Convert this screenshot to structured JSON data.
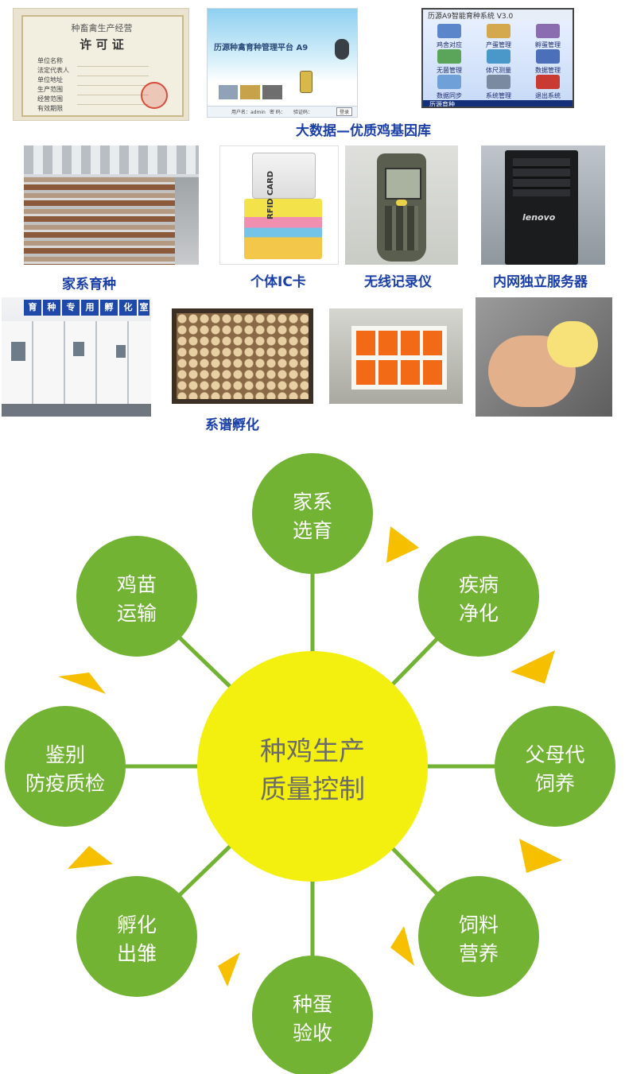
{
  "top_section": {
    "license": {
      "header": "种畜禽生产经营",
      "title": "许 可 证",
      "rows": [
        "单位名称",
        "法定代表人",
        "单位地址",
        "生产范围",
        "经营范围",
        "有效期限"
      ]
    },
    "platform": {
      "title": "历源种禽育种管理平台 A9",
      "login_fields": [
        "用户名：admin",
        "密  码：",
        "验证码："
      ],
      "login_button": "登录"
    },
    "software": {
      "title": "历源A9智能育种系统 V3.0",
      "items": [
        "鸡舍对应",
        "产蛋管理",
        "孵蛋管理",
        "无菌管理",
        "体尺测量",
        "数据管理",
        "数据同步",
        "系统管理",
        "退出系统"
      ],
      "taskbar": "历源育种"
    },
    "caption_bigdata": "大数据—优质鸡基因库",
    "caption_breeding": "家系育种",
    "caption_ic": "个体IC卡",
    "caption_recorder": "无线记录仪",
    "caption_server": "内网独立服务器",
    "caption_hatch": "系谱孵化",
    "rfid_text": "RFID CARD",
    "server_brand": "lenovo",
    "hatch_room_chars": [
      "育",
      "种",
      "专",
      "用",
      "孵",
      "化",
      "室"
    ]
  },
  "diagram": {
    "center": {
      "line1": "种鸡生产",
      "line2": "质量控制"
    },
    "nodes": [
      {
        "line1": "家系",
        "line2": "选育"
      },
      {
        "line1": "疾病",
        "line2": "净化"
      },
      {
        "line1": "父母代",
        "line2": "饲养"
      },
      {
        "line1": "饲料",
        "line2": "营养"
      },
      {
        "line1": "种蛋",
        "line2": "验收"
      },
      {
        "line1": "孵化",
        "line2": "出雏"
      },
      {
        "line1": "鉴别",
        "line2": "防疫质检"
      },
      {
        "line1": "鸡苗",
        "line2": "运输"
      }
    ],
    "colors": {
      "node_fill": "#72b334",
      "center_fill": "#f3ef0f",
      "connector": "#72b334",
      "arrow": "#f6c000"
    }
  }
}
